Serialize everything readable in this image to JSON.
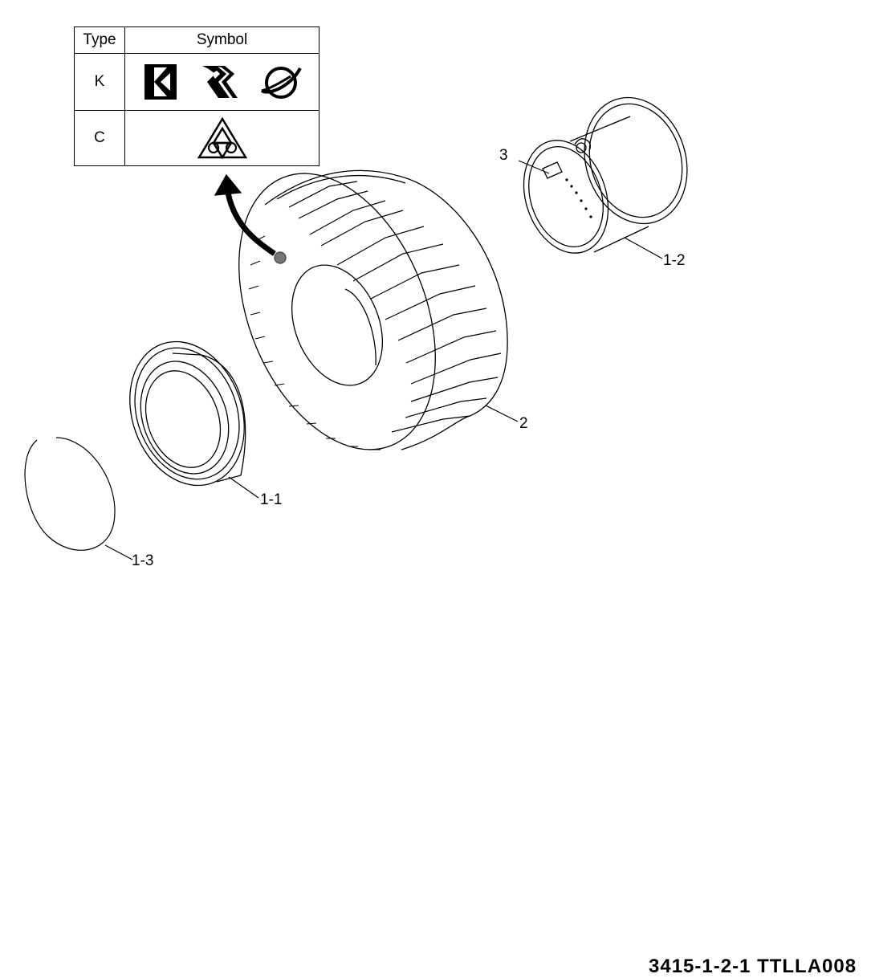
{
  "legend": {
    "header_type": "Type",
    "header_symbol": "Symbol",
    "rows": [
      {
        "type": "K",
        "symbols": [
          "k-brand-icon",
          "r-brand-icon",
          "orbit-brand-icon"
        ]
      },
      {
        "type": "C",
        "symbols": [
          "triforce-triangle-icon"
        ]
      }
    ]
  },
  "callouts": {
    "rim_outer": "1-1",
    "rim_inner": "1-2",
    "cover": "1-3",
    "tire": "2",
    "valve": "3"
  },
  "footer_code": "3415-1-2-1 TTLLA008"
}
